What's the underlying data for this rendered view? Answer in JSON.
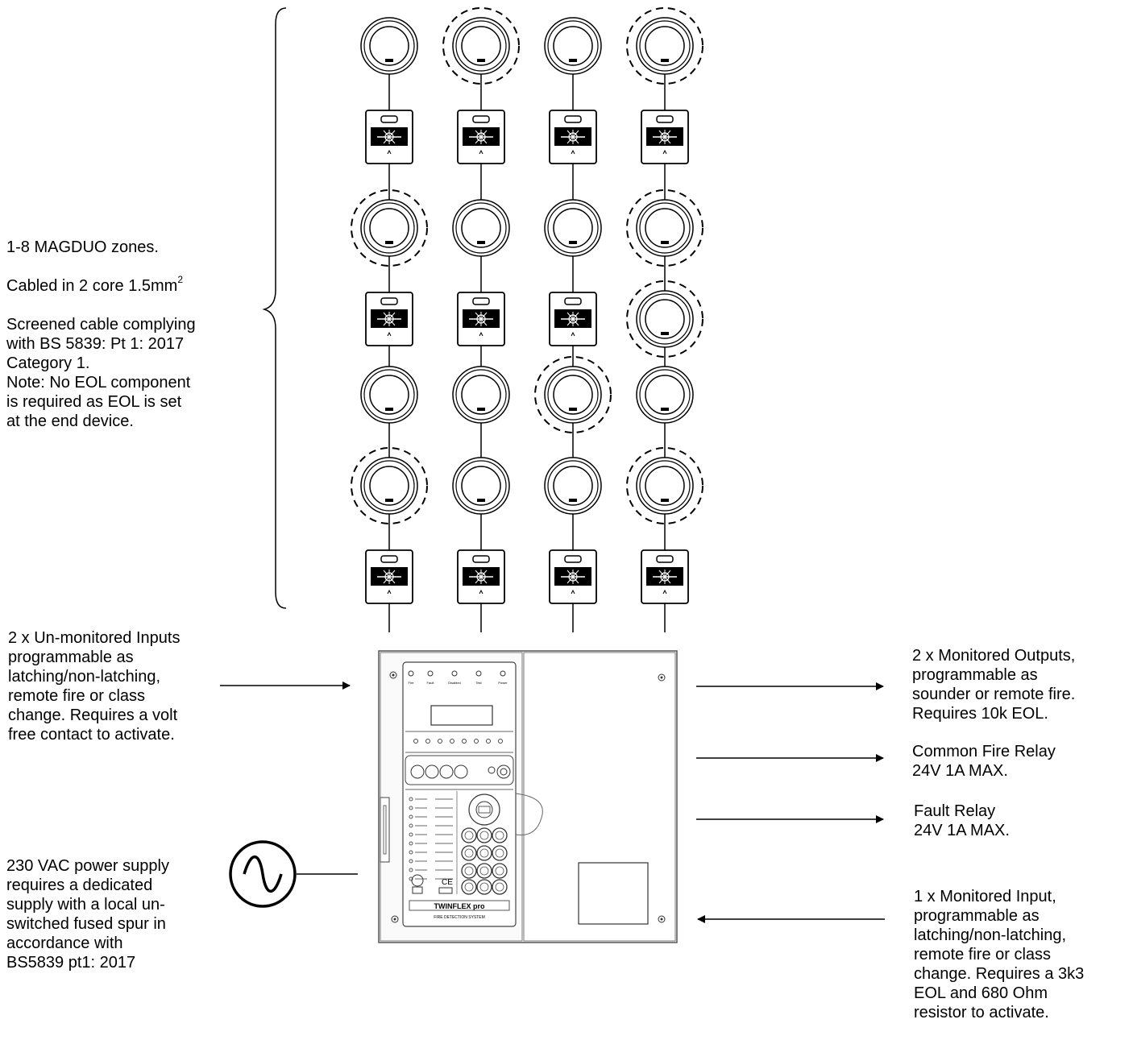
{
  "zones_text": {
    "line1": "1-8 MAGDUO  zones.",
    "line2_main": "Cabled in 2 core 1.5mm",
    "line2_sup": "2",
    "rest": "Screened cable complying\nwith BS 5839: Pt 1: 2017\nCategory 1.\nNote: No EOL component\nis required as EOL is set\nat the end device."
  },
  "left_labels": {
    "unmonitored_inputs": "2 x Un-monitored Inputs\nprogrammable as\nlatching/non-latching,\nremote fire or class\nchange. Requires a volt\nfree contact to activate.",
    "power_supply": "230 VAC power supply\nrequires a dedicated\nsupply with a local un-\nswitched fused spur in\naccordance with\nBS5839 pt1: 2017"
  },
  "right_labels": {
    "monitored_outputs": "2 x Monitored Outputs,\nprogrammable as\nsounder or remote fire.\nRequires 10k EOL.",
    "fire_relay": "Common Fire Relay\n24V 1A MAX.",
    "fault_relay": "Fault Relay\n24V 1A MAX.",
    "monitored_input": "1 x Monitored Input,\nprogrammable as\nlatching/non-latching,\nremote fire or class\nchange. Requires a 3k3\nEOL and 680 Ohm\nresistor to activate."
  },
  "panel": {
    "brand": "TWINFLEX pro",
    "subtitle": "FIRE DETECTION SYSTEM",
    "indicators": [
      "Fire",
      "Fault",
      "Disabled",
      "Test",
      "Power"
    ]
  },
  "columns": [
    {
      "devices": [
        [
          "detector",
          false
        ],
        [
          "call_point"
        ],
        [
          "detector",
          true
        ],
        [
          "call_point"
        ],
        [
          "detector",
          false
        ],
        [
          "detector",
          true
        ],
        [
          "call_point"
        ]
      ]
    },
    {
      "devices": [
        [
          "detector",
          true
        ],
        [
          "call_point"
        ],
        [
          "detector",
          false
        ],
        [
          "call_point"
        ],
        [
          "detector",
          false
        ],
        [
          "detector",
          false
        ],
        [
          "call_point"
        ]
      ]
    },
    {
      "devices": [
        [
          "detector",
          false
        ],
        [
          "call_point"
        ],
        [
          "detector",
          false
        ],
        [
          "call_point"
        ],
        [
          "detector",
          true
        ],
        [
          "detector",
          false
        ],
        [
          "call_point"
        ]
      ]
    },
    {
      "devices": [
        [
          "detector",
          true
        ],
        [
          "call_point"
        ],
        [
          "detector",
          true
        ],
        [
          "detector",
          true
        ],
        [
          "detector",
          false
        ],
        [
          "detector",
          true
        ],
        [
          "call_point"
        ]
      ]
    }
  ]
}
